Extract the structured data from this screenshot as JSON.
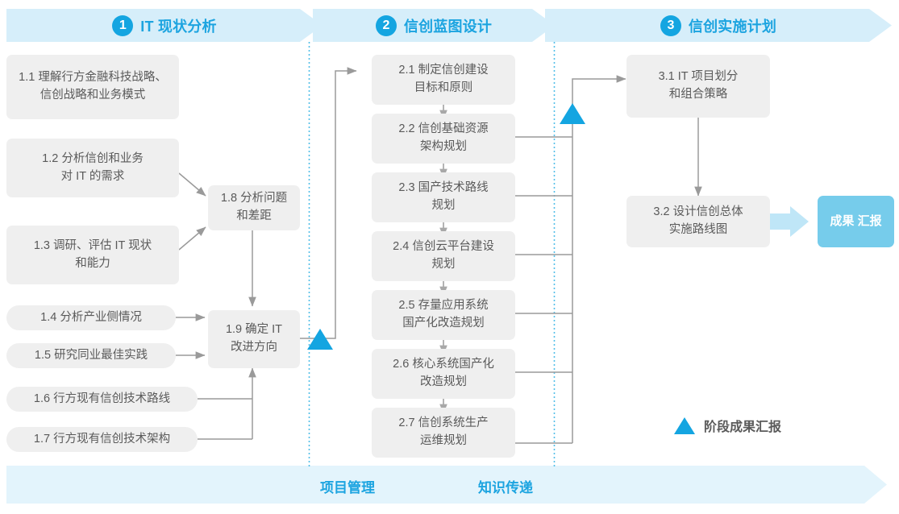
{
  "phases": [
    {
      "number": "1",
      "label": "IT 现状分析"
    },
    {
      "number": "2",
      "label": "信创蓝图设计"
    },
    {
      "number": "3",
      "label": "信创实施计划"
    }
  ],
  "phase1_nodes": [
    {
      "id": "1.1",
      "line1": "1.1 理解行方金融科技战略、",
      "line2": "信创战略和业务模式"
    },
    {
      "id": "1.2",
      "line1": "1.2 分析信创和业务",
      "line2": "对 IT 的需求"
    },
    {
      "id": "1.3",
      "line1": "1.3 调研、评估 IT 现状",
      "line2": "和能力"
    },
    {
      "id": "1.4",
      "line1": "1.4 分析产业侧情况",
      "line2": ""
    },
    {
      "id": "1.5",
      "line1": "1.5 研究同业最佳实践",
      "line2": ""
    },
    {
      "id": "1.6",
      "line1": "1.6 行方现有信创技术路线",
      "line2": ""
    },
    {
      "id": "1.7",
      "line1": "1.7 行方现有信创技术架构",
      "line2": ""
    },
    {
      "id": "1.8",
      "line1": "1.8 分析问题",
      "line2": "和差距"
    },
    {
      "id": "1.9",
      "line1": "1.9 确定 IT",
      "line2": "改进方向"
    }
  ],
  "phase2_nodes": [
    {
      "id": "2.1",
      "line1": "2.1 制定信创建设",
      "line2": "目标和原则"
    },
    {
      "id": "2.2",
      "line1": "2.2 信创基础资源",
      "line2": "架构规划"
    },
    {
      "id": "2.3",
      "line1": "2.3 国产技术路线",
      "line2": "规划"
    },
    {
      "id": "2.4",
      "line1": "2.4 信创云平台建设",
      "line2": "规划"
    },
    {
      "id": "2.5",
      "line1": "2.5 存量应用系统",
      "line2": "国产化改造规划"
    },
    {
      "id": "2.6",
      "line1": "2.6 核心系统国产化",
      "line2": "改造规划"
    },
    {
      "id": "2.7",
      "line1": "2.7 信创系统生产",
      "line2": "运维规划"
    }
  ],
  "phase3_nodes": [
    {
      "id": "3.1",
      "line1": "3.1 IT 项目划分",
      "line2": "和组合策略"
    },
    {
      "id": "3.2",
      "line1": "3.2 设计信创总体",
      "line2": "实施路线图"
    }
  ],
  "outcome": {
    "line1": "成果",
    "line2": "汇报"
  },
  "legend": {
    "icon": "triangle-up-icon",
    "text": "阶段成果汇报"
  },
  "footer": {
    "labels": [
      "项目管理",
      "知识传递"
    ]
  },
  "colors": {
    "accent": "#1CA4E0",
    "accent_deep": "#14A5E1",
    "band": "#D6EEFA",
    "footer_band": "#E3F4FC",
    "node_bg": "#EFEFEF",
    "node_text": "#5A5A5A",
    "outcome_bg": "#76CCEB",
    "connector": "#9A9A9A",
    "divider_dotted": "#35B3E5"
  }
}
